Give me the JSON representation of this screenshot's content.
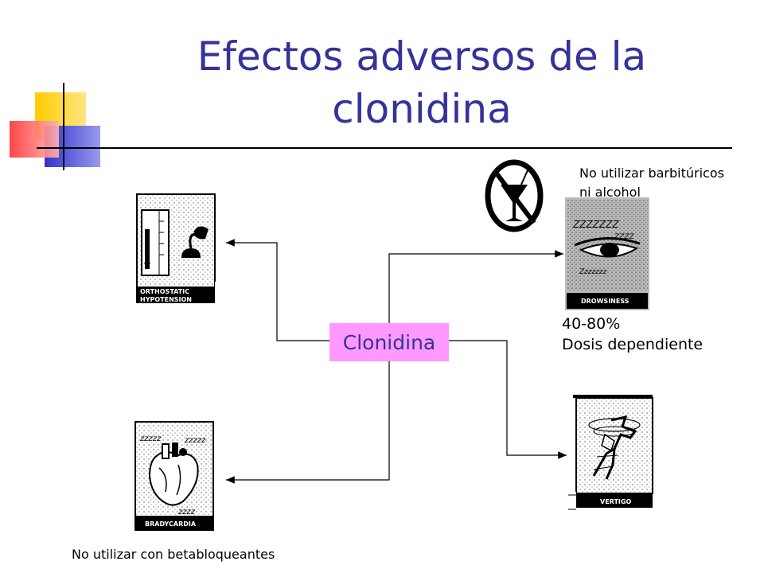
{
  "title": {
    "line1": "Efectos adversos de la",
    "line2": "clonidina"
  },
  "center": {
    "label": "Clonidina"
  },
  "notes": {
    "barbiturates": {
      "line1": "No utilizar barbitúricos",
      "line2": "ni alcohol"
    },
    "dose": {
      "line1": "40-80%",
      "line2": "Dosis dependiente"
    },
    "betablockers": "No utilizar con betabloqueantes"
  },
  "cards": {
    "orthostatic": {
      "line1": "ORTHOSTATIC",
      "line2": "HYPOTENSION",
      "icon": "blood-pressure-cuff-icon"
    },
    "bradycardia": {
      "label": "BRADYCARDIA",
      "icon": "sleeping-heart-icon"
    },
    "drowsiness": {
      "label": "DROWSINESS",
      "icon": "sleepy-eye-icon"
    },
    "vertigo": {
      "label": "VERTIGO",
      "icon": "spinning-person-icon"
    }
  },
  "icons": {
    "no_alcohol": "no-alcohol-icon"
  },
  "colors": {
    "title": "#333399",
    "center_box": "#ff99ff",
    "deco_yellow": "#ffcc00",
    "deco_blue": "#3333cc",
    "deco_red": "#ff3333"
  }
}
